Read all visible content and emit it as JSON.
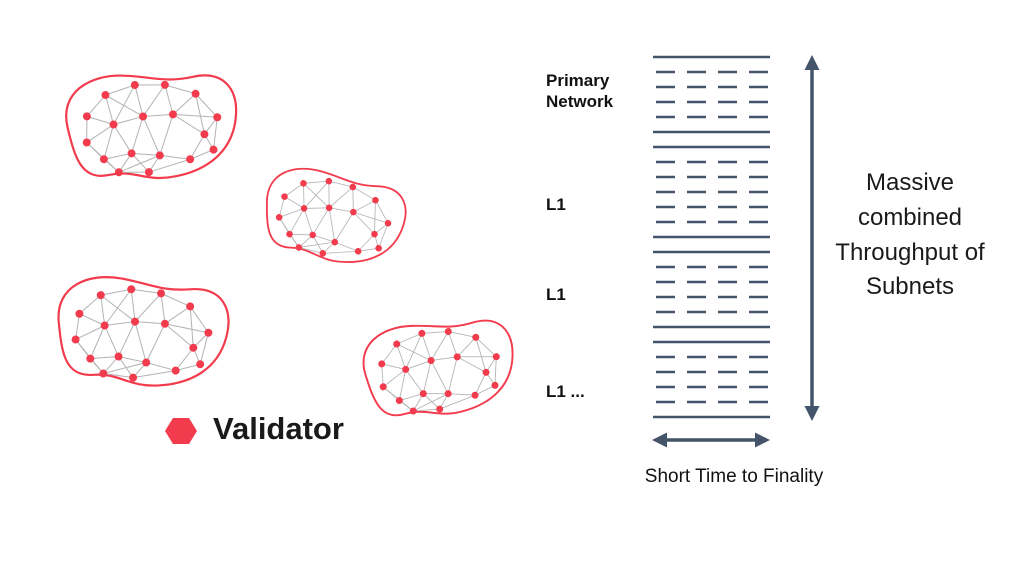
{
  "legend": {
    "label": "Validator"
  },
  "stack": {
    "sections": [
      {
        "label": "Primary Network",
        "dash_rows": 4
      },
      {
        "label": "L1",
        "dash_rows": 5
      },
      {
        "label": "L1",
        "dash_rows": 4
      },
      {
        "label": "L1 ...",
        "dash_rows": 4
      }
    ]
  },
  "annotations": {
    "throughput": "Massive combined Throughput of Subnets",
    "finality": "Short Time to Finality"
  },
  "icons": {
    "validator": "hexagon-icon",
    "subnet": "network-blob-icon",
    "throughput_arrow": "vertical-double-arrow-icon",
    "finality_arrow": "horizontal-double-arrow-icon"
  },
  "colors": {
    "validator_red": "#f23b4c",
    "arrow_slate": "#44546A",
    "edge_gray": "#b3b3b3",
    "text": "#111111"
  }
}
